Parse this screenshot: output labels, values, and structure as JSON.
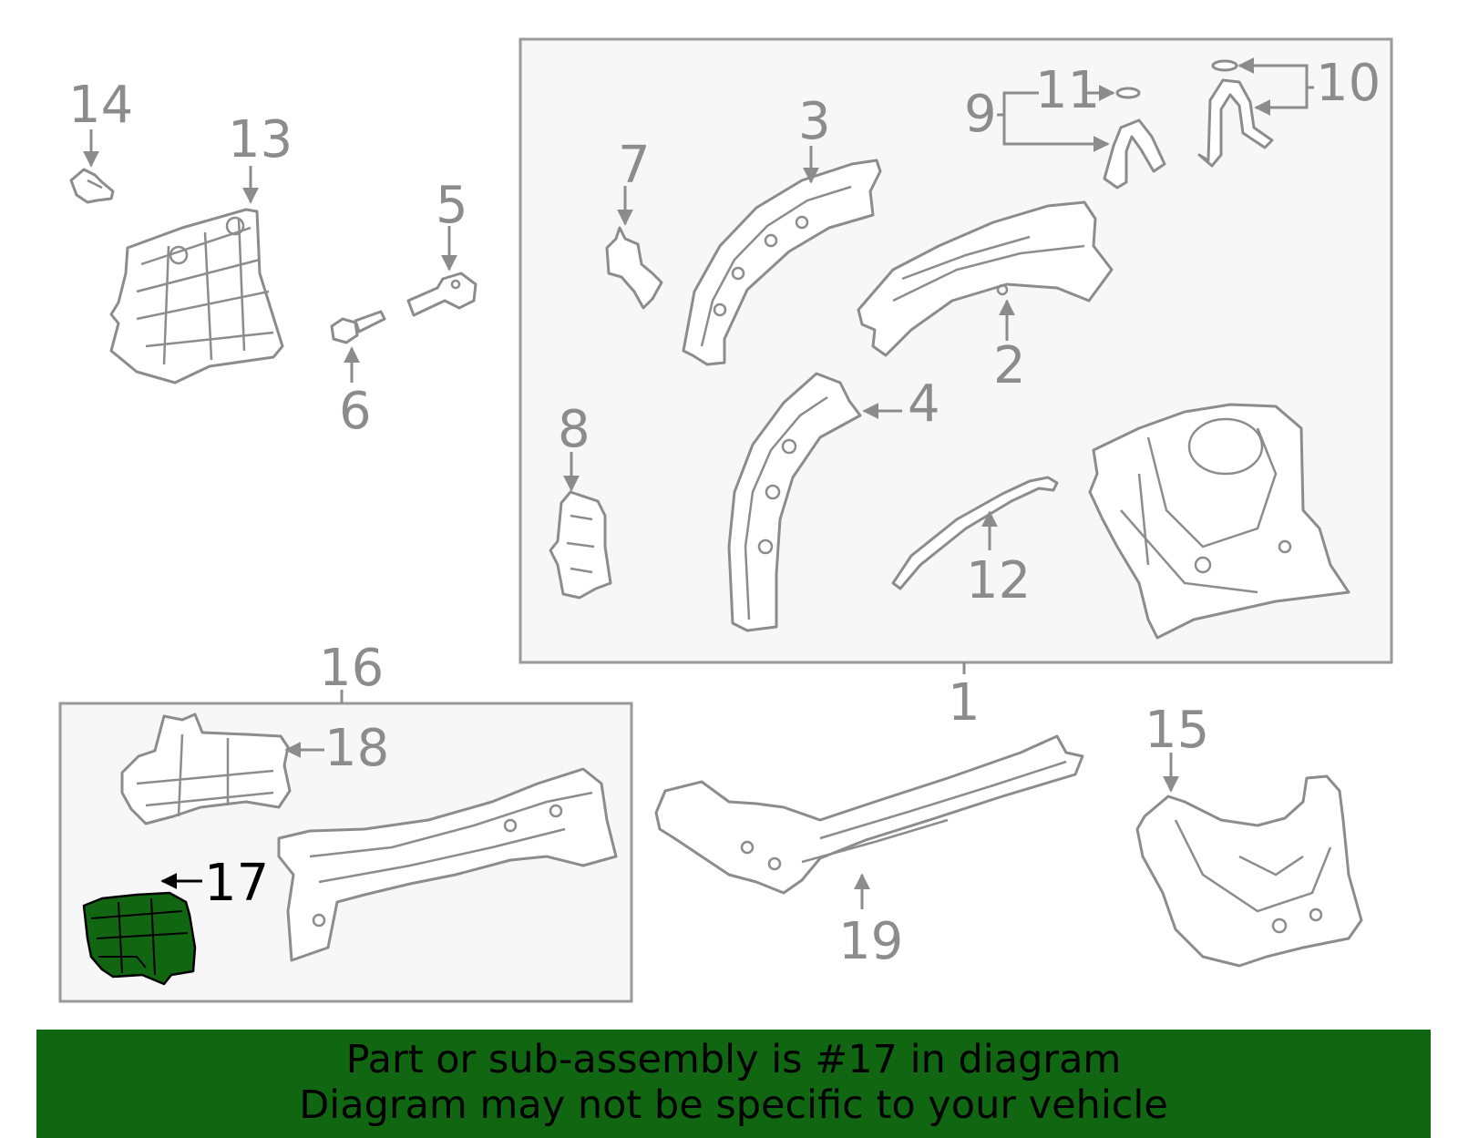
{
  "diagram": {
    "callouts": [
      "1",
      "2",
      "3",
      "4",
      "5",
      "6",
      "7",
      "8",
      "9",
      "10",
      "11",
      "12",
      "13",
      "14",
      "15",
      "16",
      "17",
      "18",
      "19"
    ],
    "highlighted_callout": "17",
    "highlight_color": "#116611"
  },
  "banner": {
    "line1": "Part or sub-assembly is #17 in diagram",
    "line2": "Diagram may not be specific to your vehicle",
    "background": "#116611"
  }
}
